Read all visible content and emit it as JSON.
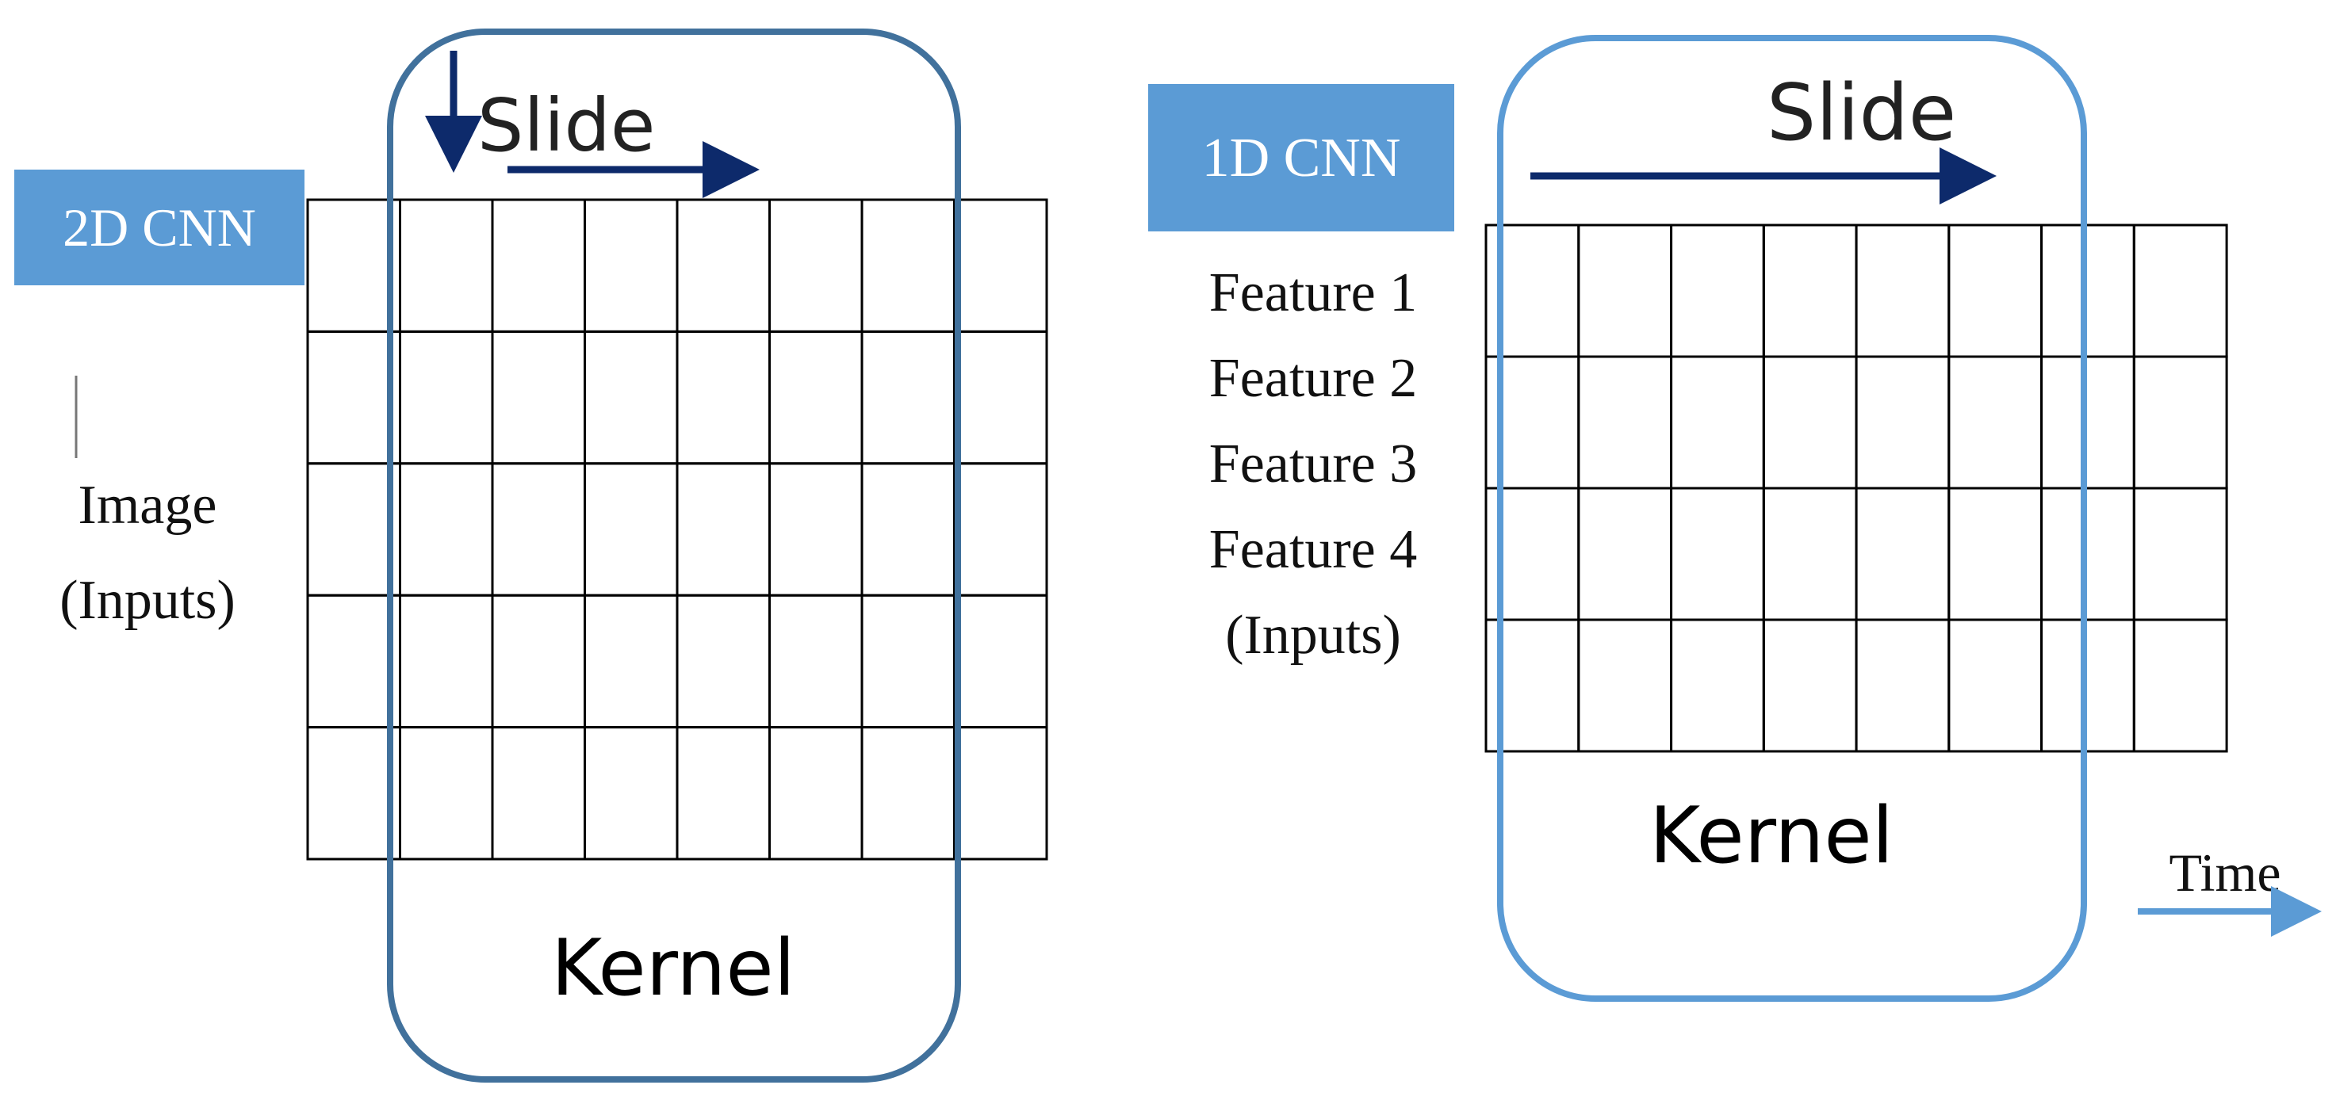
{
  "left_panel": {
    "badge": {
      "label": "2D CNN",
      "fill": "#5b9bd5",
      "text_color": "#ffffff"
    },
    "slide_label": "Slide",
    "side_label_line1": "Image",
    "side_label_line2": "(Inputs)",
    "kernel_label": "Kernel",
    "kernel_color": "#41719c",
    "arrow_color": "#0d2a6b",
    "grid": {
      "rows": 5,
      "cols": 8
    }
  },
  "right_panel": {
    "badge": {
      "label": "1D CNN",
      "fill": "#5b9bd5",
      "text_color": "#ffffff"
    },
    "slide_label": "Slide",
    "features": [
      "Feature 1",
      "Feature 2",
      "Feature 3",
      "Feature 4",
      "(Inputs)"
    ],
    "kernel_label": "Kernel",
    "kernel_color": "#5b9bd5",
    "arrow_color": "#0d2a6b",
    "time_label": "Time",
    "time_arrow_color": "#5b9bd5",
    "grid": {
      "rows": 4,
      "cols": 8
    }
  }
}
